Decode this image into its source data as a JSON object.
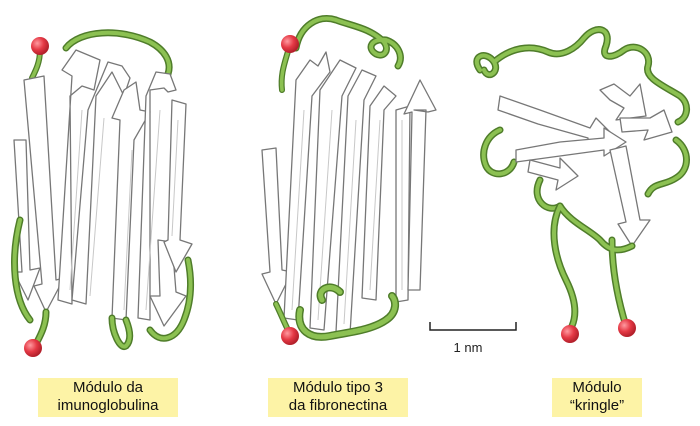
{
  "modules": [
    {
      "id": "immunoglobulin",
      "label_lines": [
        "Módulo da",
        "imunoglobulina"
      ]
    },
    {
      "id": "fibronectin",
      "label_lines": [
        "Módulo tipo 3",
        "da fibronectina"
      ]
    },
    {
      "id": "kringle",
      "label_lines": [
        "Módulo",
        "“kringle”"
      ]
    }
  ],
  "scale_bar": {
    "label": "1 nm"
  },
  "colors": {
    "strand_fill": "#ffffff",
    "strand_outline": "#7a7a7a",
    "loop": "#7cb342",
    "loop_dark": "#4f7d2a",
    "terminus": "#e53945",
    "label_background": "#fdf3a6"
  }
}
